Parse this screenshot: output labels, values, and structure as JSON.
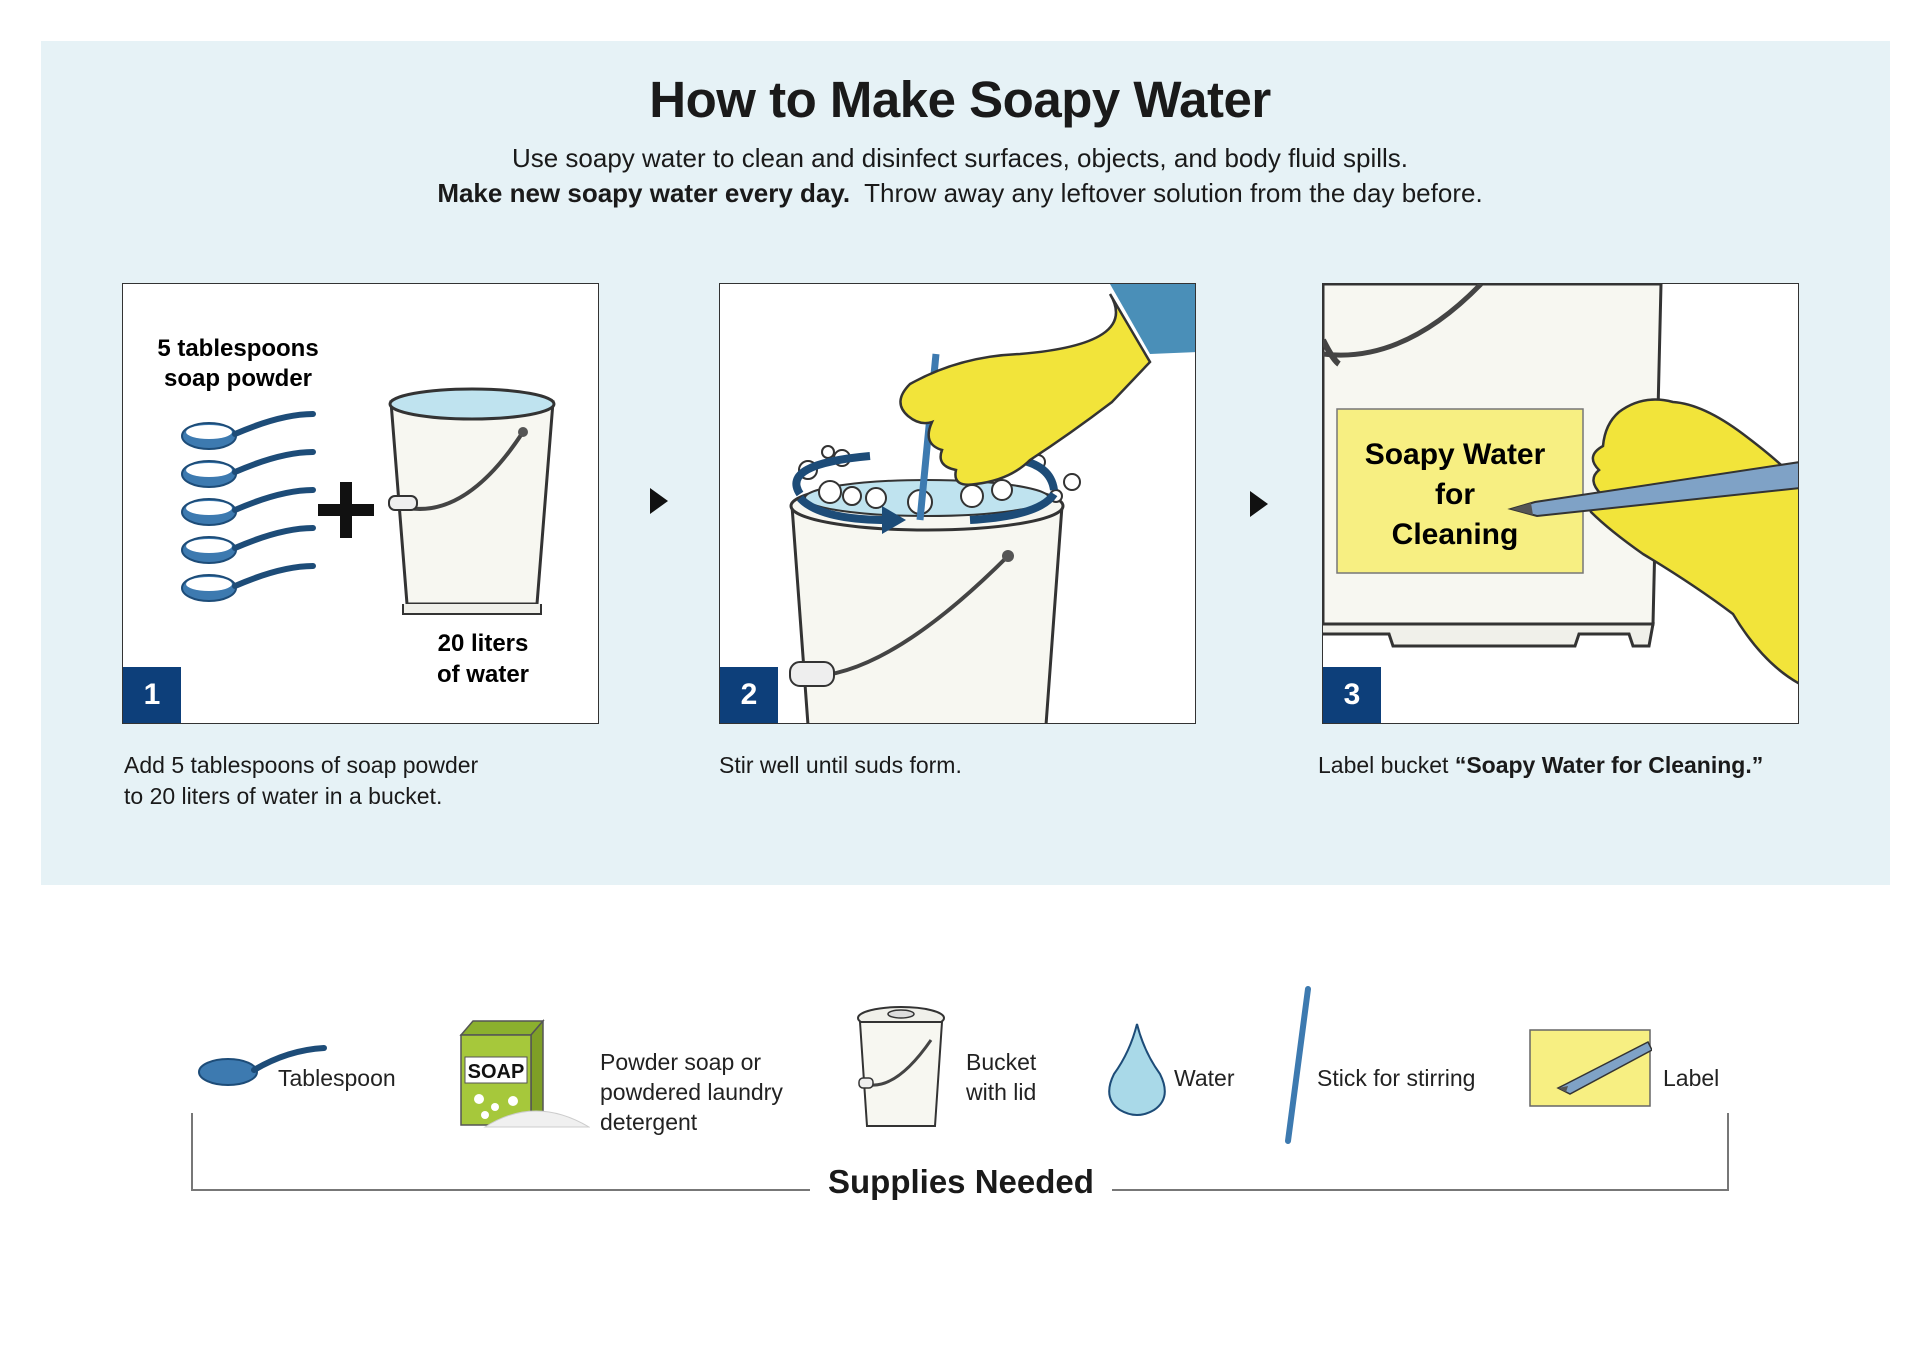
{
  "title": "How to Make Soapy Water",
  "intro_line": "Use soapy water to clean and disinfect surfaces, objects, and body fluid spills.",
  "emphasis_line": "Make new soapy water every day.",
  "followup_line": "Throw away any leftover solution from the day before.",
  "steps": [
    {
      "number": "1",
      "illustration_label_top_1": "5 tablespoons",
      "illustration_label_top_2": "soap powder",
      "illustration_label_bottom_1": "20 liters",
      "illustration_label_bottom_2": "of water",
      "caption_line1": "Add 5 tablespoons of soap powder",
      "caption_line2": "to 20 liters of water in a bucket."
    },
    {
      "number": "2",
      "caption_line1": "Stir well until suds form."
    },
    {
      "number": "3",
      "label_line1": "Soapy Water",
      "label_line2": "for",
      "label_line3": "Cleaning",
      "caption_prefix": "Label bucket ",
      "caption_bold": "“Soapy Water for Cleaning.”"
    }
  ],
  "supplies": {
    "heading": "Supplies Needed",
    "items": [
      {
        "label": "Tablespoon",
        "icon": "tablespoon-icon"
      },
      {
        "label_line1": "Powder soap or",
        "label_line2": "powdered laundry",
        "label_line3": "detergent",
        "icon_text": "SOAP",
        "icon": "soap-box-icon"
      },
      {
        "label_line1": "Bucket",
        "label_line2": "with lid",
        "icon": "bucket-with-lid-icon"
      },
      {
        "label": "Water",
        "icon": "water-drop-icon"
      },
      {
        "label": "Stick for stirring",
        "icon": "stirring-stick-icon"
      },
      {
        "label": "Label",
        "icon": "label-pen-icon"
      }
    ]
  },
  "colors": {
    "panel_background": "#e6f2f6",
    "step_number_box": "#0d3f7a",
    "spoon_blue": "#3d7ab0",
    "glove_yellow": "#f2e43a",
    "label_yellow": "#f7ef82",
    "soap_green": "#a6c83b",
    "water_blue": "#a9d9e8"
  }
}
